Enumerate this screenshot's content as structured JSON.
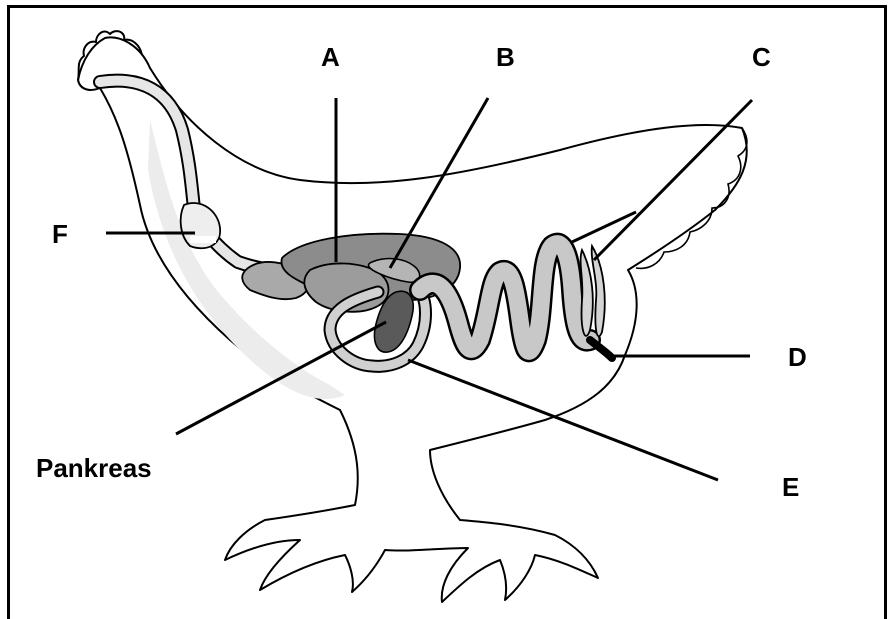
{
  "diagram": {
    "labels": {
      "a": "A",
      "b": "B",
      "c": "C",
      "d": "D",
      "e": "E",
      "f": "F",
      "pankreas": "Pankreas"
    },
    "colors": {
      "outline": "#000000",
      "body_fill": "#ffffff",
      "digestive_tract_light": "#c8c8c8",
      "neck_tract": "#e6e6e6",
      "liver": "#8c8c8c",
      "stomach": "#9c9c9c",
      "pancreas": "#5a5a5a"
    }
  }
}
